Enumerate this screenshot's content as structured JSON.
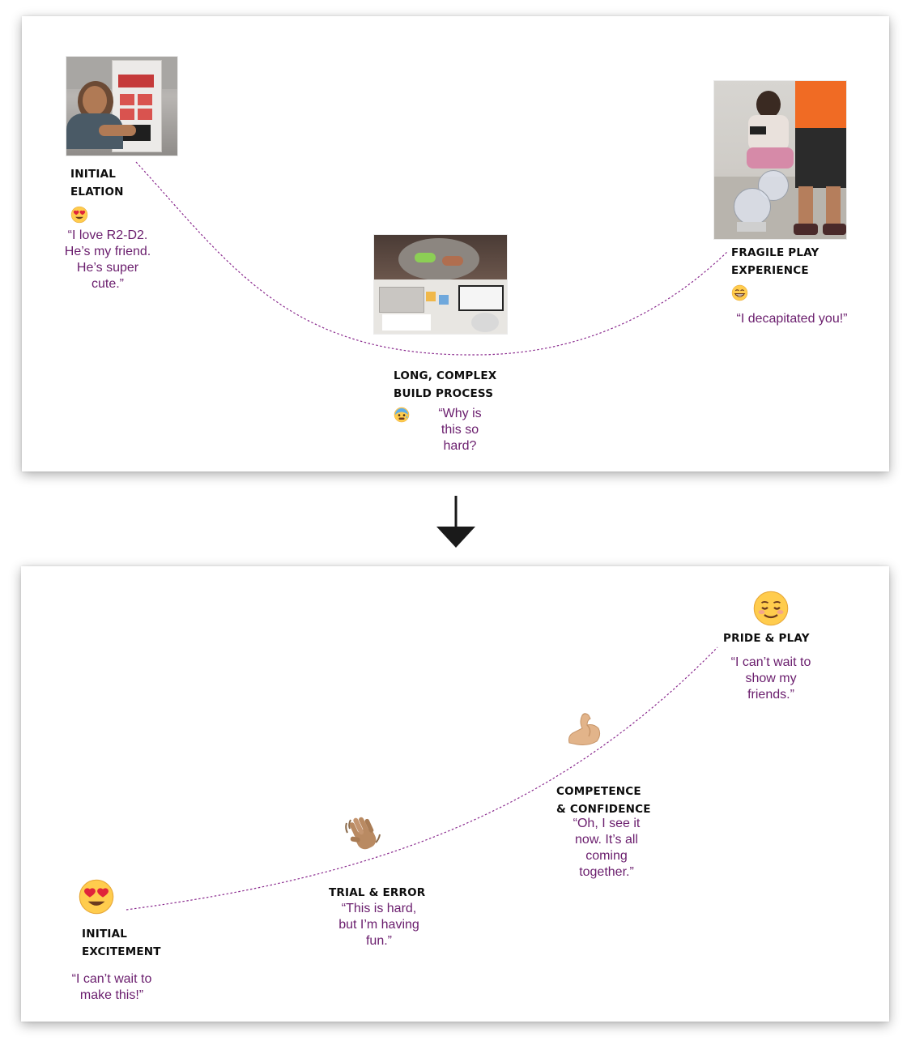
{
  "colors": {
    "label": "#0d0d0d",
    "quote": "#6a1d6d",
    "curve": "#8a2a8e",
    "arrow": "#1a1a1a"
  },
  "before": {
    "stages": [
      {
        "label": "INITIAL\nELATION",
        "quote": "“I love R2-D2.\nHe’s my friend.\nHe’s super\ncute.”",
        "icon": "heart-eyes-face-icon",
        "photo": "girl-hugging-r2d2-box-photo"
      },
      {
        "label": "LONG, COMPLEX\nBUILD PROCESS",
        "quote": "“Why is\nthis so\nhard?",
        "icon": "anxious-sweat-face-icon",
        "photo": "building-kit-parts-photo"
      },
      {
        "label": "FRAGILE PLAY\nEXPERIENCE",
        "quote": "“I decapitated you!”",
        "icon": "grinning-face-icon",
        "photo": "kids-playing-with-droid-photo"
      }
    ]
  },
  "transition_icon": "down-arrow-icon",
  "after": {
    "stages": [
      {
        "label": "INITIAL\nEXCITEMENT",
        "quote": "“I can’t wait to\nmake this!”",
        "icon": "heart-eyes-face-icon"
      },
      {
        "label": "TRIAL & ERROR",
        "quote": "“This is hard,\nbut I’m having\nfun.”",
        "icon": "waving-hand-icon"
      },
      {
        "label": "COMPETENCE\n& CONFIDENCE",
        "quote": "“Oh, I see it\nnow. It’s all\ncoming\ntogether.”",
        "icon": "flexed-biceps-icon"
      },
      {
        "label": "PRIDE & PLAY",
        "quote": "“I can’t wait to\nshow my\nfriends.”",
        "icon": "smiling-face-icon"
      }
    ]
  }
}
